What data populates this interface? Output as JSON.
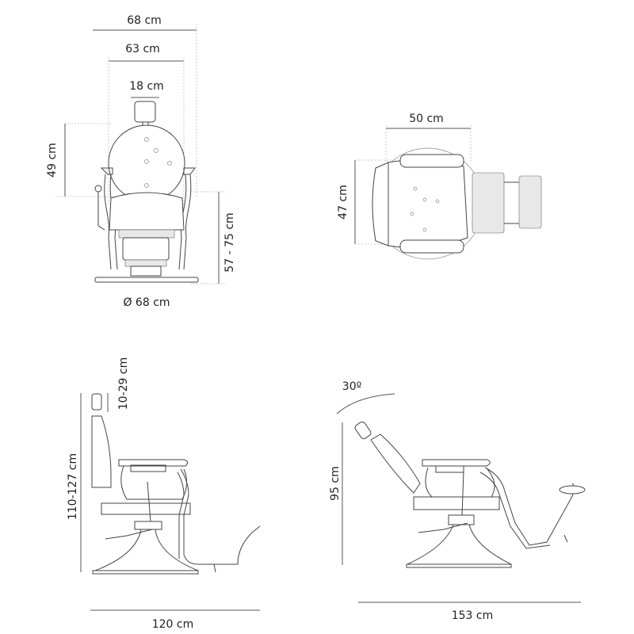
{
  "diagram": {
    "subject": "barber chair dimensions",
    "views": [
      {
        "name": "front",
        "dimensions": {
          "overall_width": "68 cm",
          "backrest_width": "63 cm",
          "headrest_width": "18 cm",
          "backrest_height": "49 cm",
          "seat_height": "57 - 75 cm",
          "base_diameter": "Ø 68 cm"
        }
      },
      {
        "name": "top",
        "dimensions": {
          "seat_width": "50 cm",
          "seat_depth": "47 cm"
        }
      },
      {
        "name": "side",
        "dimensions": {
          "headrest_adjust": "10-29 cm",
          "overall_height": "110-127 cm",
          "overall_length": "120 cm"
        }
      },
      {
        "name": "reclined",
        "dimensions": {
          "recline_angle": "30º",
          "reclined_height": "95 cm",
          "reclined_length": "153 cm"
        }
      }
    ]
  }
}
